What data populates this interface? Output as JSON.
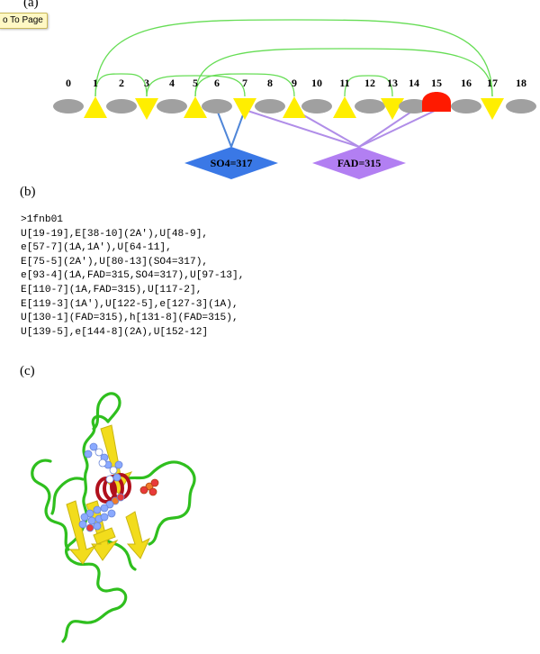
{
  "panels": {
    "a": "(a)",
    "b": "(b)",
    "c": "(c)"
  },
  "tooltip": "o To Page",
  "diagram": {
    "elements": [
      {
        "index": "0",
        "shape": "ellipse",
        "color": "#a0a0a0"
      },
      {
        "index": "1",
        "shape": "triangle-up",
        "color": "#ffee00"
      },
      {
        "index": "2",
        "shape": "ellipse",
        "color": "#a0a0a0"
      },
      {
        "index": "3",
        "shape": "triangle-down",
        "color": "#ffee00"
      },
      {
        "index": "4",
        "shape": "ellipse",
        "color": "#a0a0a0"
      },
      {
        "index": "5",
        "shape": "triangle-up",
        "color": "#ffee00"
      },
      {
        "index": "6",
        "shape": "ellipse",
        "color": "#a0a0a0"
      },
      {
        "index": "7",
        "shape": "triangle-down",
        "color": "#ffee00"
      },
      {
        "index": "8",
        "shape": "ellipse",
        "color": "#a0a0a0"
      },
      {
        "index": "9",
        "shape": "triangle-up",
        "color": "#ffee00"
      },
      {
        "index": "10",
        "shape": "ellipse",
        "color": "#a0a0a0"
      },
      {
        "index": "11",
        "shape": "triangle-up",
        "color": "#ffee00"
      },
      {
        "index": "12",
        "shape": "ellipse",
        "color": "#a0a0a0"
      },
      {
        "index": "13",
        "shape": "triangle-down",
        "color": "#ffee00"
      },
      {
        "index": "14",
        "shape": "ellipse",
        "color": "#a0a0a0"
      },
      {
        "index": "15",
        "shape": "helix",
        "color": "#ff1a00"
      },
      {
        "index": "16",
        "shape": "ellipse",
        "color": "#a0a0a0"
      },
      {
        "index": "17",
        "shape": "triangle-down",
        "color": "#ffee00"
      },
      {
        "index": "18",
        "shape": "ellipse",
        "color": "#a0a0a0"
      }
    ],
    "arc_color": "#66dd55",
    "ligands": [
      {
        "label": "SO4=317",
        "color": "#3a78e6",
        "link_color": "#4f86d8",
        "links_to": [
          "6",
          "7"
        ]
      },
      {
        "label": "FAD=315",
        "color": "#b27ff2",
        "link_color": "#b08de8",
        "links_to": [
          "7",
          "9",
          "14",
          "15"
        ]
      }
    ]
  },
  "code_lines": [
    ">1fnb01",
    "U[19-19],E[38-10](2A'),U[48-9],",
    "e[57-7](1A,1A'),U[64-11],",
    "E[75-5](2A'),U[80-13](SO4=317),",
    "e[93-4](1A,FAD=315,SO4=317),U[97-13],",
    "E[110-7](1A,FAD=315),U[117-2],",
    "E[119-3](1A'),U[122-5],e[127-3](1A),",
    "U[130-1](FAD=315),h[131-8](FAD=315),",
    "U[139-5],e[144-8](2A),U[152-12]"
  ],
  "structure": {
    "coil_color": "#2fbf1e",
    "sheet_color": "#f2dc1c",
    "helix_color": "#b0101c",
    "ligand_colors": [
      "#8aa9ff",
      "#f07c28",
      "#e83a3a",
      "#ffffff"
    ]
  }
}
